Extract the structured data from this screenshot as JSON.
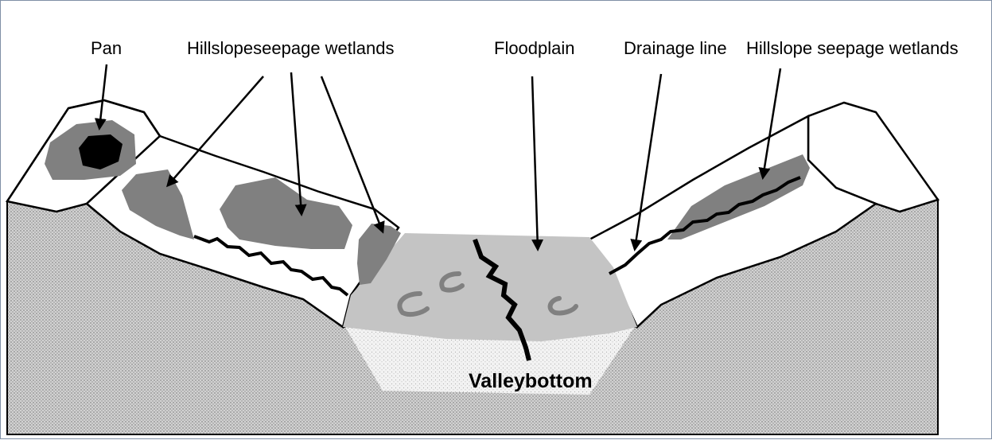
{
  "labels": {
    "pan": "Pan",
    "hillslope_left": "Hillslopeseepage wetlands",
    "floodplain": "Floodplain",
    "drainage_line": "Drainage line",
    "hillslope_right": "Hillslope seepage wetlands",
    "valley_bottom": "Valleybottom"
  },
  "colors": {
    "ground_stipple": "#c8c8c8",
    "wetland_gray": "#808080",
    "floodplain_gray": "#c0c0c0",
    "valley_sand": "#f0f0f0",
    "pan_core": "#000000",
    "outline": "#000000"
  }
}
